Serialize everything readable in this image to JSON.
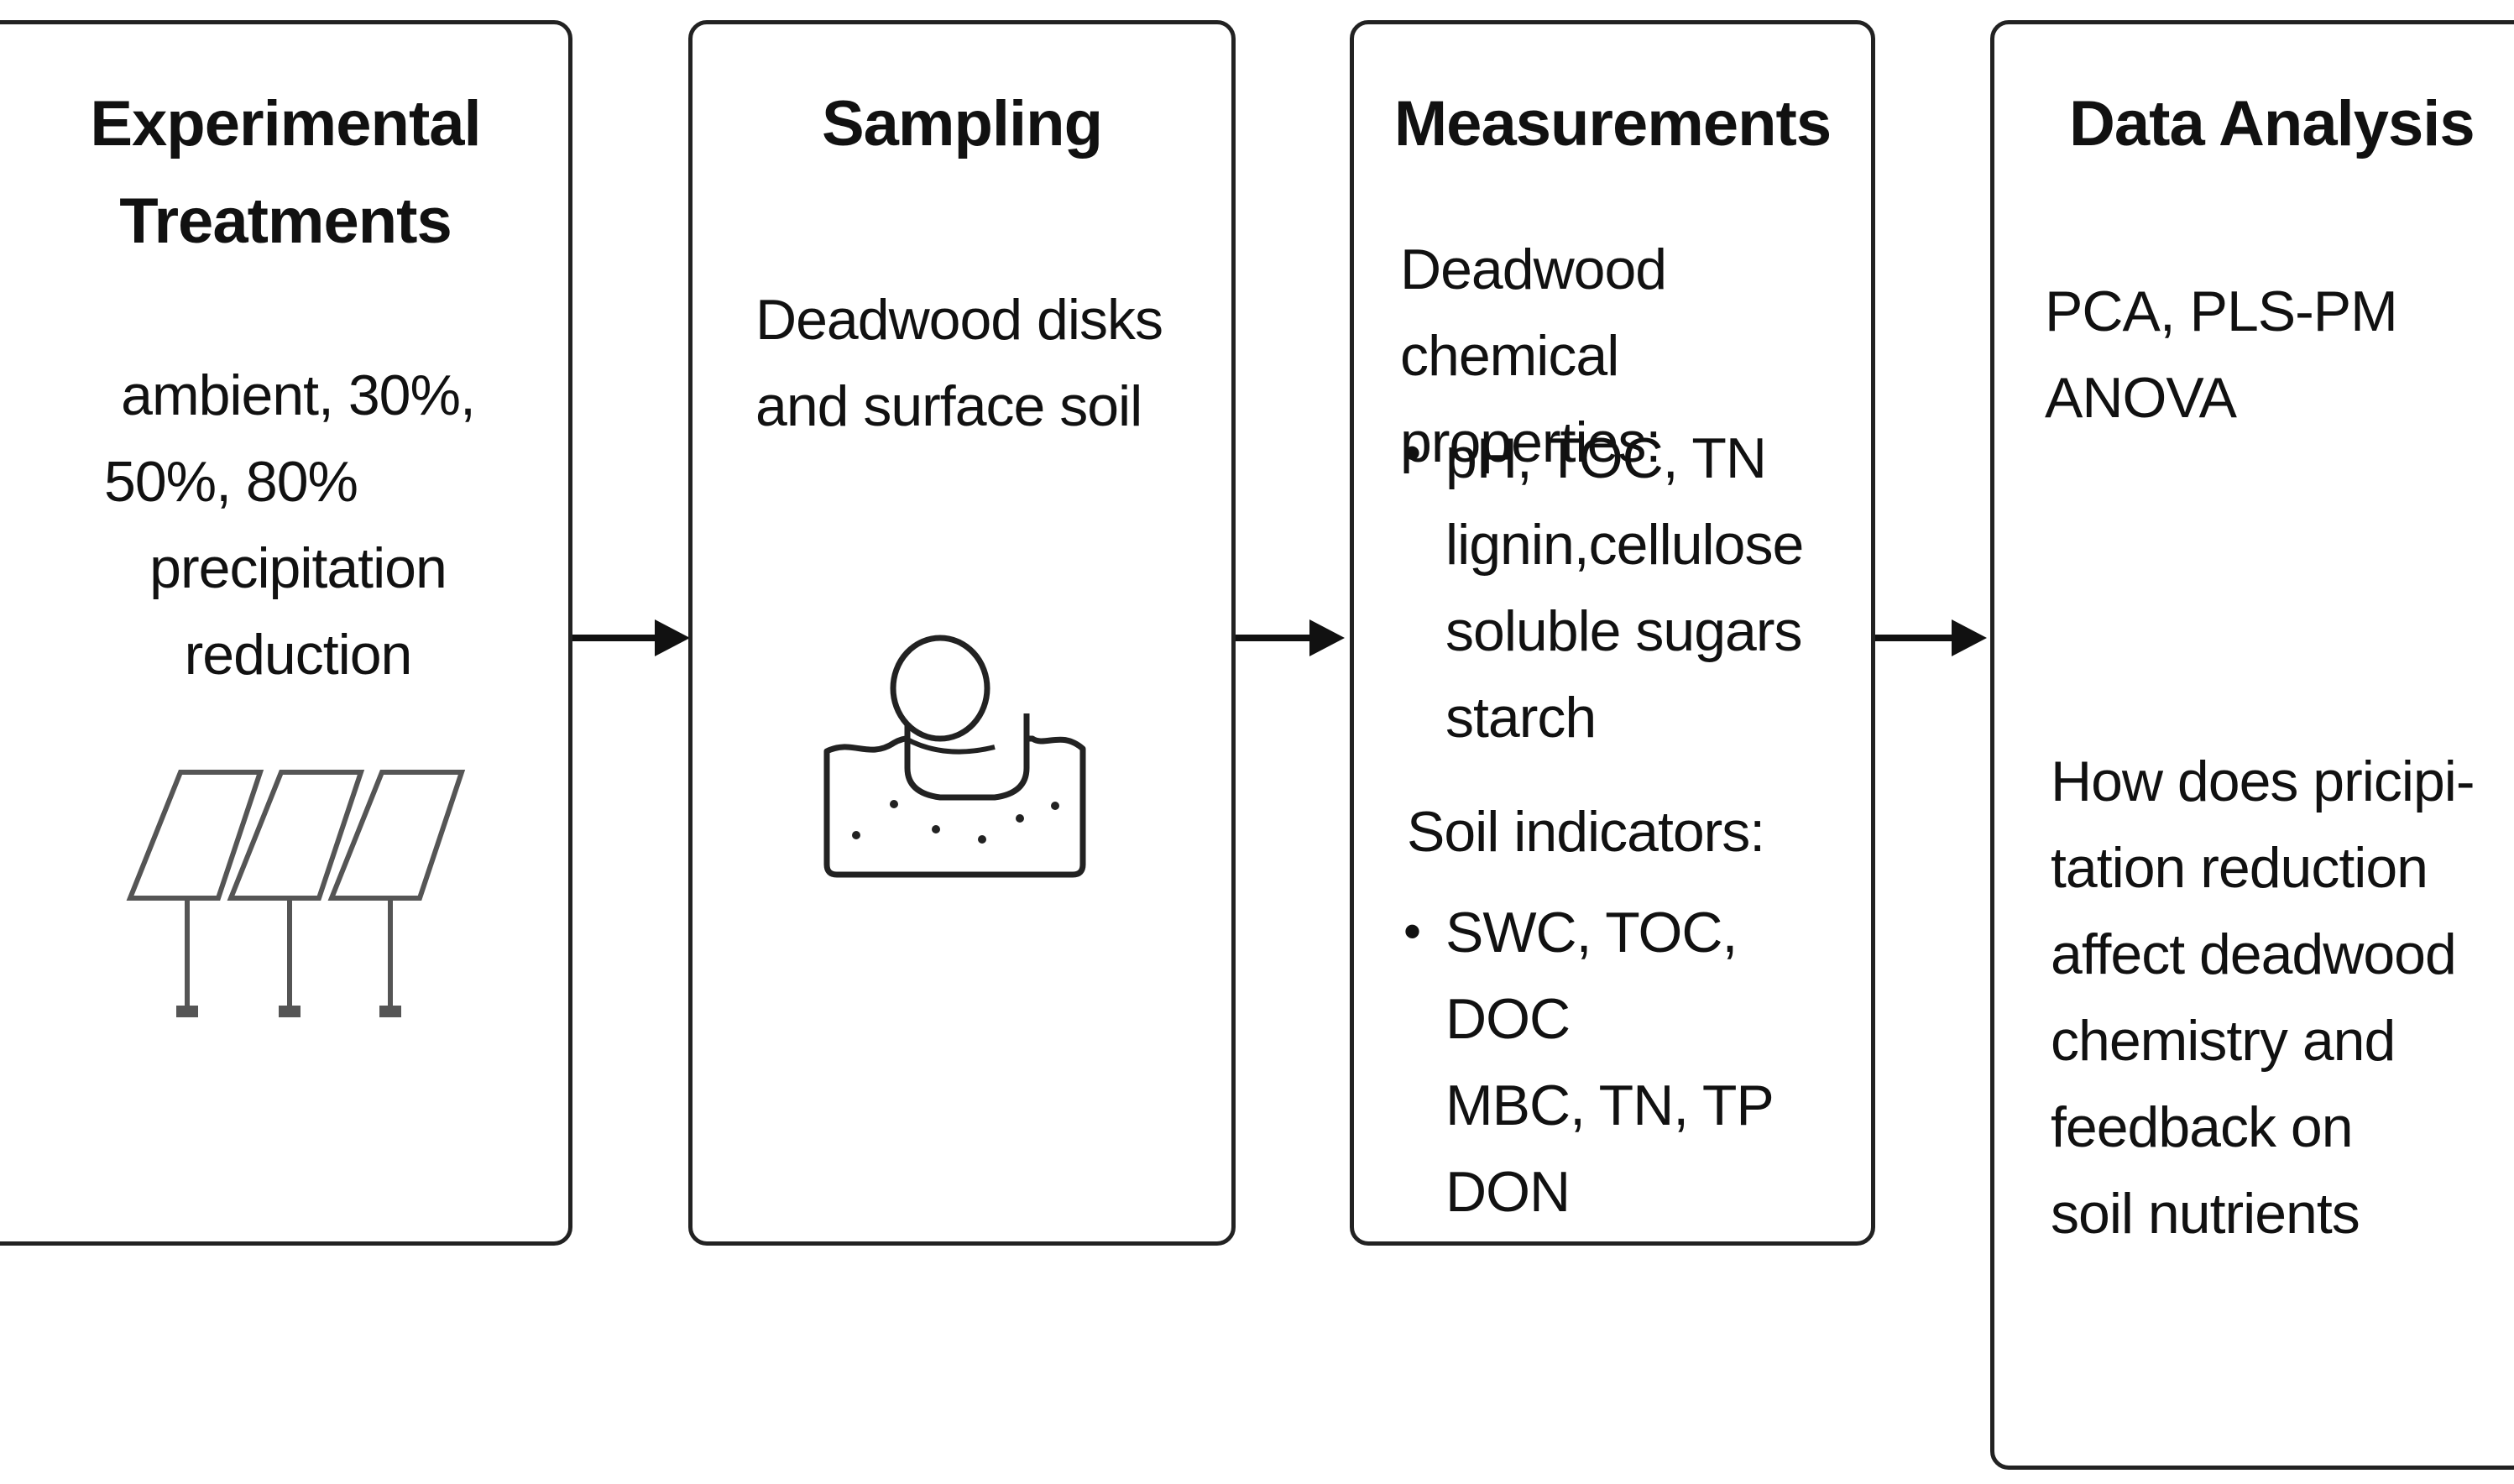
{
  "steps": {
    "treatments": {
      "title_line1": "Experimental",
      "title_line2": "Treatments",
      "body_line1": "ambient, 30%,",
      "body_line2": "50%, 80%",
      "body_line3": "precipitation",
      "body_line4": "reduction",
      "icon": "solar-panel-icon"
    },
    "sampling": {
      "title": "Sampling",
      "body_line1": "Deadwood disks",
      "body_line2": "and surface soil",
      "icon": "deadwood-disk-in-soil-icon"
    },
    "measurements": {
      "title": "Measurements",
      "deadwood_heading_line1": "Deadwood",
      "deadwood_heading_line2": "chemical properties:",
      "deadwood_items": [
        "pH, TOC, TN",
        "lignin,cellulose",
        "soluble sugars",
        "starch"
      ],
      "soil_heading": "Soil indicators:",
      "soil_items": [
        "SWC, TOC, DOC",
        "MBC, TN, TP",
        "DON"
      ],
      "bullet": "•"
    },
    "analysis": {
      "title": "Data Analysis",
      "methods_line1": "PCA, PLS-PM",
      "methods_line2": "ANOVA",
      "question_lines": [
        "How does pricipi-",
        "tation reduction",
        "affect deadwood",
        "chemistry and",
        "feedback on",
        "soil nutrients"
      ]
    }
  },
  "colors": {
    "stroke": "#222222",
    "icon_stroke": "#555555",
    "text": "#111111"
  }
}
